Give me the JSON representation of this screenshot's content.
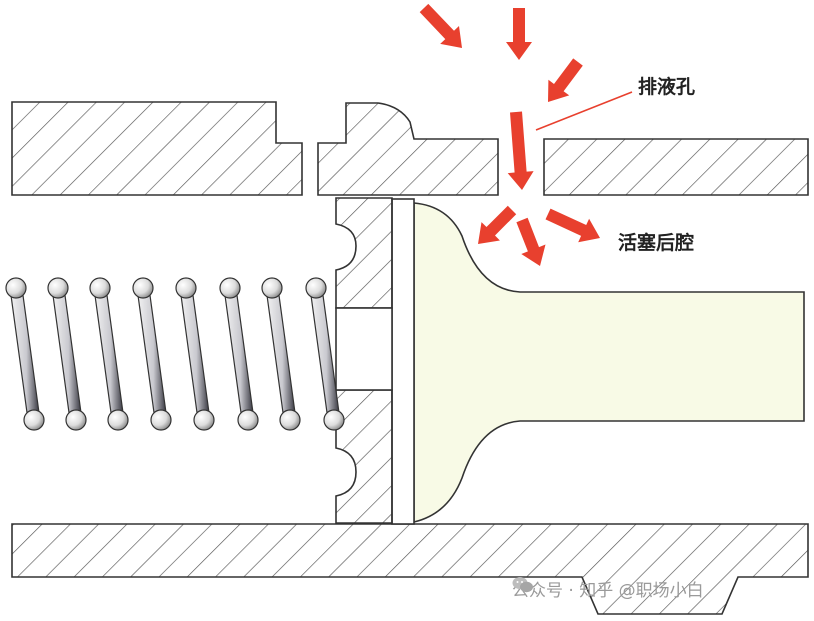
{
  "labels": {
    "drain_hole": "排液孔",
    "piston_back_chamber": "活塞后腔"
  },
  "watermark": {
    "text": "公众号 · 知乎 @职场小白",
    "icon": "wechat-icon"
  },
  "colors": {
    "hatch": "#555555",
    "outline": "#333333",
    "fluid": "#f8fae6",
    "arrow": "#e8402e",
    "spring_light": "#f2f2f2",
    "spring_dark": "#3a3a46"
  }
}
